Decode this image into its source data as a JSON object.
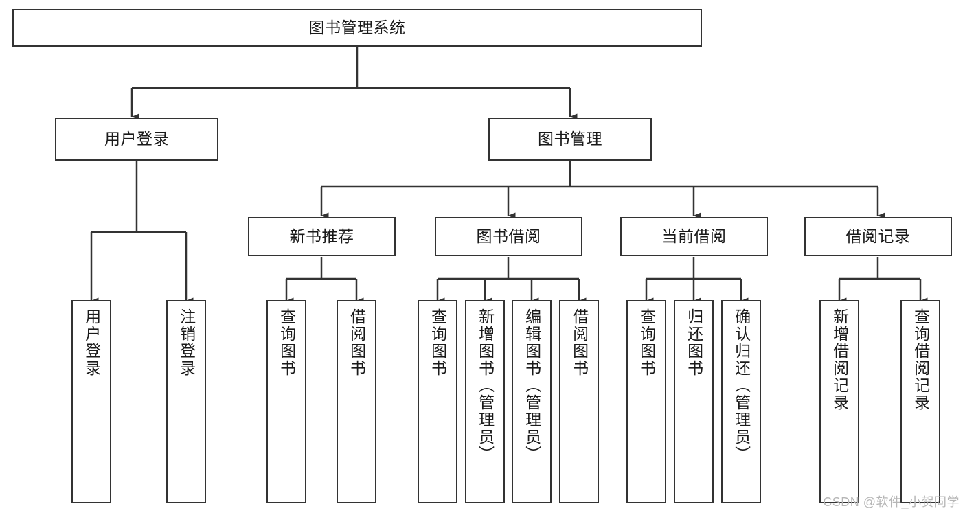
{
  "diagram": {
    "title": "图书管理系统",
    "watermark": "CSDN @软件_小贺同学",
    "stroke_color": "#333333",
    "fill_color": "#ffffff",
    "text_color": "#1a1a1a",
    "watermark_color": "#b6b6b6",
    "nodes": {
      "root": {
        "label": "图书管理系统"
      },
      "level1": [
        {
          "id": "user-login",
          "label": "用户登录"
        },
        {
          "id": "book-manage",
          "label": "图书管理"
        }
      ],
      "level2": [
        {
          "id": "new-book-recommend",
          "label": "新书推荐"
        },
        {
          "id": "book-borrow",
          "label": "图书借阅"
        },
        {
          "id": "current-borrow",
          "label": "当前借阅"
        },
        {
          "id": "borrow-record",
          "label": "借阅记录"
        }
      ],
      "leaves": {
        "user_login": [
          {
            "id": "leaf-user-login",
            "label": "用户登录"
          },
          {
            "id": "leaf-logout",
            "label": "注销登录"
          }
        ],
        "new_book_recommend": [
          {
            "id": "leaf-query-book-1",
            "label": "查询图书"
          },
          {
            "id": "leaf-borrow-book-1",
            "label": "借阅图书"
          }
        ],
        "book_borrow": [
          {
            "id": "leaf-query-book-2",
            "label": "查询图书"
          },
          {
            "id": "leaf-add-book",
            "label": "新增图书（管理员）"
          },
          {
            "id": "leaf-edit-book",
            "label": "编辑图书（管理员）"
          },
          {
            "id": "leaf-borrow-book-2",
            "label": "借阅图书"
          }
        ],
        "current_borrow": [
          {
            "id": "leaf-query-book-3",
            "label": "查询图书"
          },
          {
            "id": "leaf-return-book",
            "label": "归还图书"
          },
          {
            "id": "leaf-confirm-return",
            "label": "确认归还（管理员）"
          }
        ],
        "borrow_record": [
          {
            "id": "leaf-add-record",
            "label": "新增借阅记录"
          },
          {
            "id": "leaf-query-record",
            "label": "查询借阅记录"
          }
        ]
      }
    }
  }
}
